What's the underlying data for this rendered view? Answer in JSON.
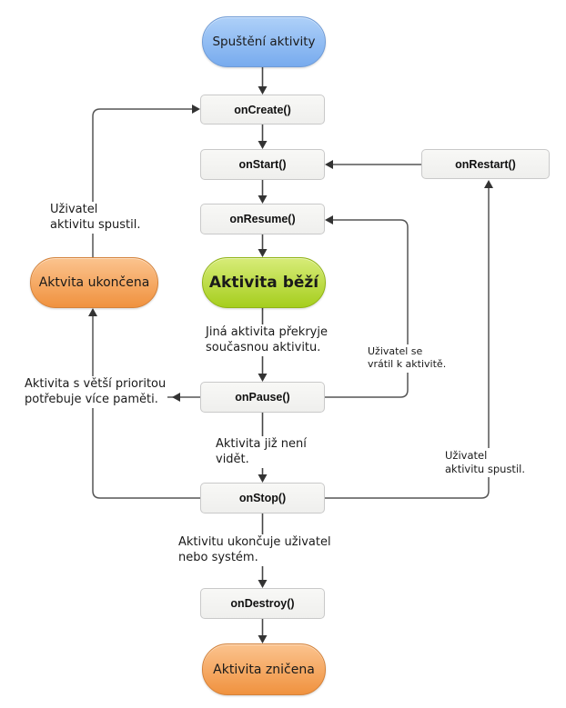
{
  "nodes": {
    "start": {
      "label": "Spuštění aktivity"
    },
    "on_create": {
      "label": "onCreate()"
    },
    "on_start": {
      "label": "onStart()"
    },
    "on_restart": {
      "label": "onRestart()"
    },
    "on_resume": {
      "label": "onResume()"
    },
    "running": {
      "label": "Aktivita běží"
    },
    "terminated": {
      "label": "Aktvita ukončena"
    },
    "on_pause": {
      "label": "onPause()"
    },
    "on_stop": {
      "label": "onStop()"
    },
    "on_destroy": {
      "label": "onDestroy()"
    },
    "destroyed": {
      "label": "Aktivita zničena"
    }
  },
  "annotations": {
    "user_starts_left": "Uživatel\naktivitu spustil.",
    "activity_overlaid": "Jiná aktivita překryje\nsoučasnou aktivitu.",
    "user_returned": "Uživatel se\nvrátil k aktivitě.",
    "higher_priority": "Aktivita s větší prioritou\npotřebuje více paměti.",
    "not_visible": "Aktivita již není\nvidět.",
    "user_starts_right": "Uživatel\naktivitu spustil.",
    "terminated_by": "Aktivitu ukončuje uživatel\nnebo systém."
  },
  "colors": {
    "start-fill-top": "#aed0f8",
    "start-fill-bottom": "#78abee",
    "start-border": "#6f9bd6",
    "running-fill-top": "#d7ec78",
    "running-fill-bottom": "#a6ce1e",
    "running-border": "#90b315",
    "ended-fill-top": "#fbc38e",
    "ended-fill-bottom": "#f0923f",
    "ended-border": "#d4823a",
    "gray-fill-top": "#f8f8f6",
    "gray-fill-bottom": "#efefed",
    "gray-border": "#c9c9c9",
    "edge-color": "#555555",
    "edge-main-color": "#454545",
    "arrow-color": "#333333"
  }
}
